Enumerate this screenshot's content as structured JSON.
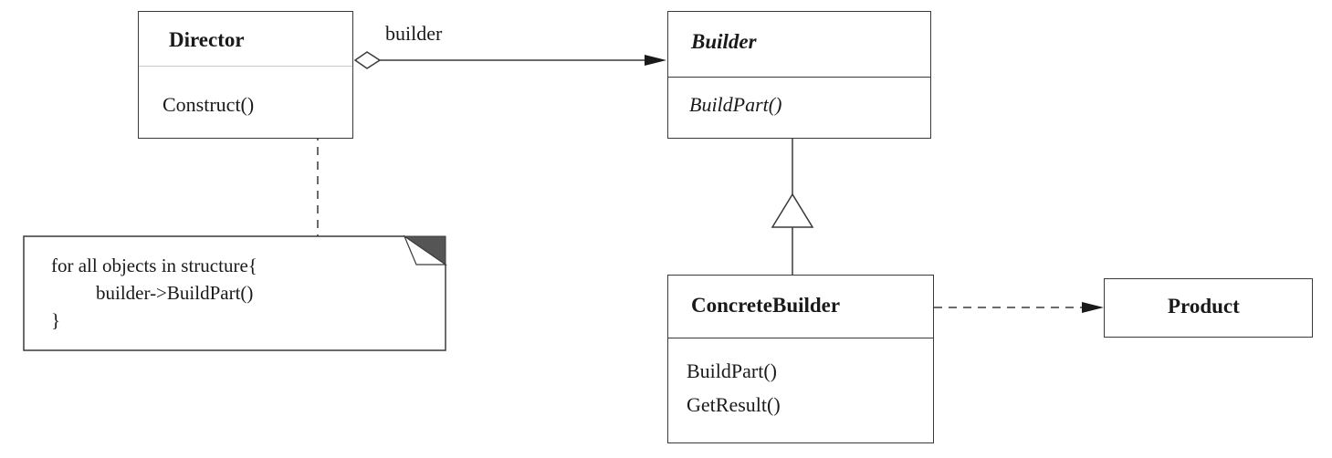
{
  "director": {
    "title": "Director",
    "operation": "Construct()"
  },
  "association_label": "builder",
  "builder": {
    "title": "Builder",
    "operation": "BuildPart()"
  },
  "concrete_builder": {
    "title": "ConcreteBuilder",
    "operations": [
      "BuildPart()",
      "GetResult()"
    ]
  },
  "product": {
    "title": "Product"
  },
  "note": {
    "lines": [
      "for all objects in structure{",
      "builder->BuildPart()",
      "}"
    ]
  },
  "colors": {
    "line": "#3a3a3a",
    "ink_blue": "#2222cc",
    "ink_red": "#cc1c4a",
    "note_fold": "#555555"
  }
}
